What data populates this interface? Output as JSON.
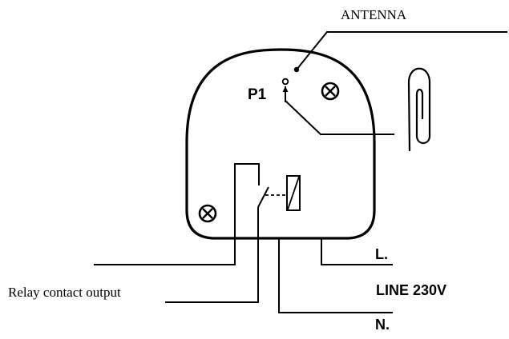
{
  "labels": {
    "antenna": "ANTENNA",
    "p1": "P1",
    "line_l": "L.",
    "line_voltage": "LINE 230V",
    "neutral": "N.",
    "relay_output": "Relay contact output"
  },
  "icons": {
    "screw": "screw-icon",
    "paperclip": "paperclip-icon",
    "relay_coil": "relay-coil-icon",
    "relay_switch": "relay-switch-icon"
  },
  "colors": {
    "stroke": "#000000",
    "background": "#ffffff"
  }
}
